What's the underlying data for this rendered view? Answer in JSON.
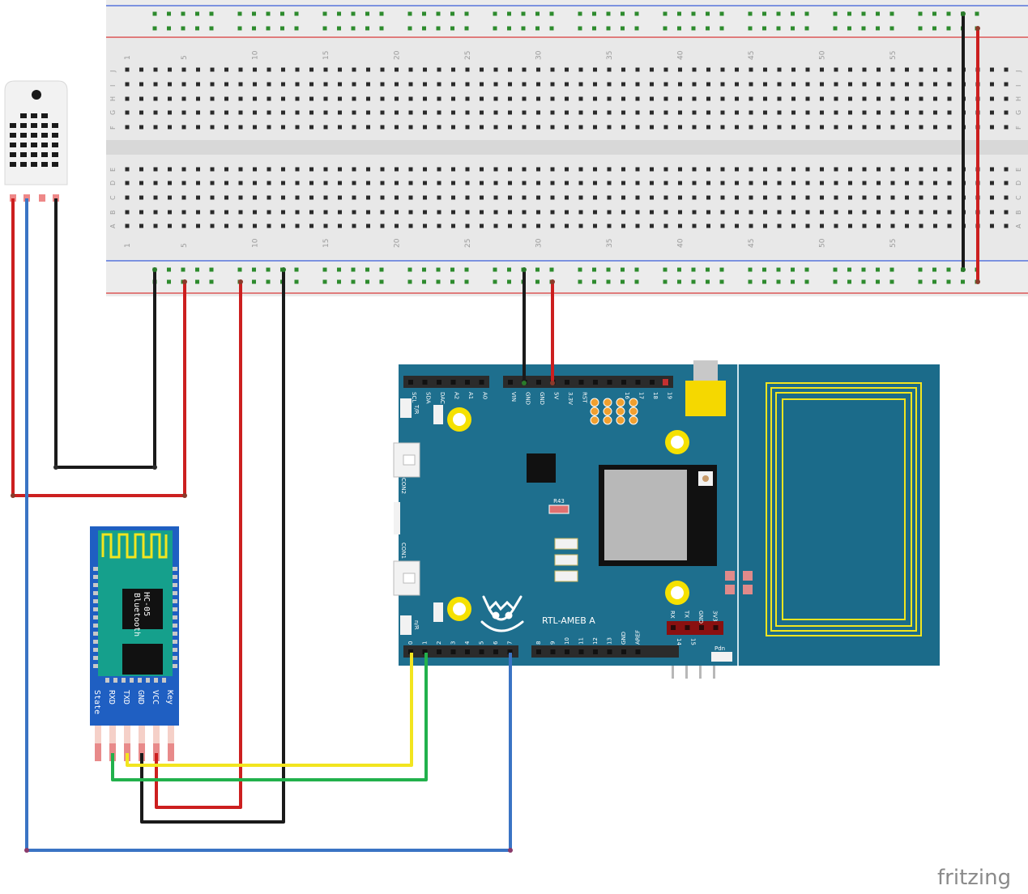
{
  "breadboard": {
    "column_numbers": [
      "1",
      "5",
      "10",
      "15",
      "20",
      "25",
      "30",
      "35",
      "40",
      "45",
      "50",
      "55"
    ],
    "rows_top": [
      "J",
      "I",
      "H",
      "G",
      "F"
    ],
    "rows_bottom": [
      "E",
      "D",
      "C",
      "B",
      "A"
    ]
  },
  "board": {
    "name": "RTL-AMEB A",
    "resistor_label": "R43",
    "connector_labels": [
      "CON2",
      "CON1"
    ],
    "button_labels": [
      "T/R",
      "n/R"
    ],
    "top_header_left": [
      "SCL",
      "SDA",
      "DAC",
      "A2",
      "A1",
      "A0"
    ],
    "top_header_right": [
      "VIN",
      "GND",
      "GND",
      "5V",
      "3.3V",
      "RST",
      "",
      "",
      "16",
      "17",
      "18",
      "19"
    ],
    "bottom_header_left": [
      "0",
      "1",
      "2",
      "3",
      "4",
      "5",
      "6",
      "7"
    ],
    "bottom_header_right": [
      "8",
      "9",
      "10",
      "11",
      "12",
      "13",
      "GND",
      "AREF"
    ],
    "uart_labels": [
      "RX",
      "TX",
      "GND",
      "3V3"
    ],
    "uart_numbers": [
      "14",
      "15"
    ],
    "pdn_label": "Pdn"
  },
  "hc05": {
    "title": "HC-05",
    "subtitle": "Bluetooth",
    "pins": [
      "State",
      "RXD",
      "TXD",
      "GND",
      "VCC",
      "Key"
    ]
  },
  "brand": "fritzing",
  "colors": {
    "board": "#1e6f8e",
    "nfc_board": "#1b6b8a",
    "wire_red": "#cc1f1f",
    "wire_black": "#1a1a1a",
    "wire_blue": "#3a74c4",
    "wire_yellow": "#f2e51f",
    "wire_green": "#22b14c"
  }
}
